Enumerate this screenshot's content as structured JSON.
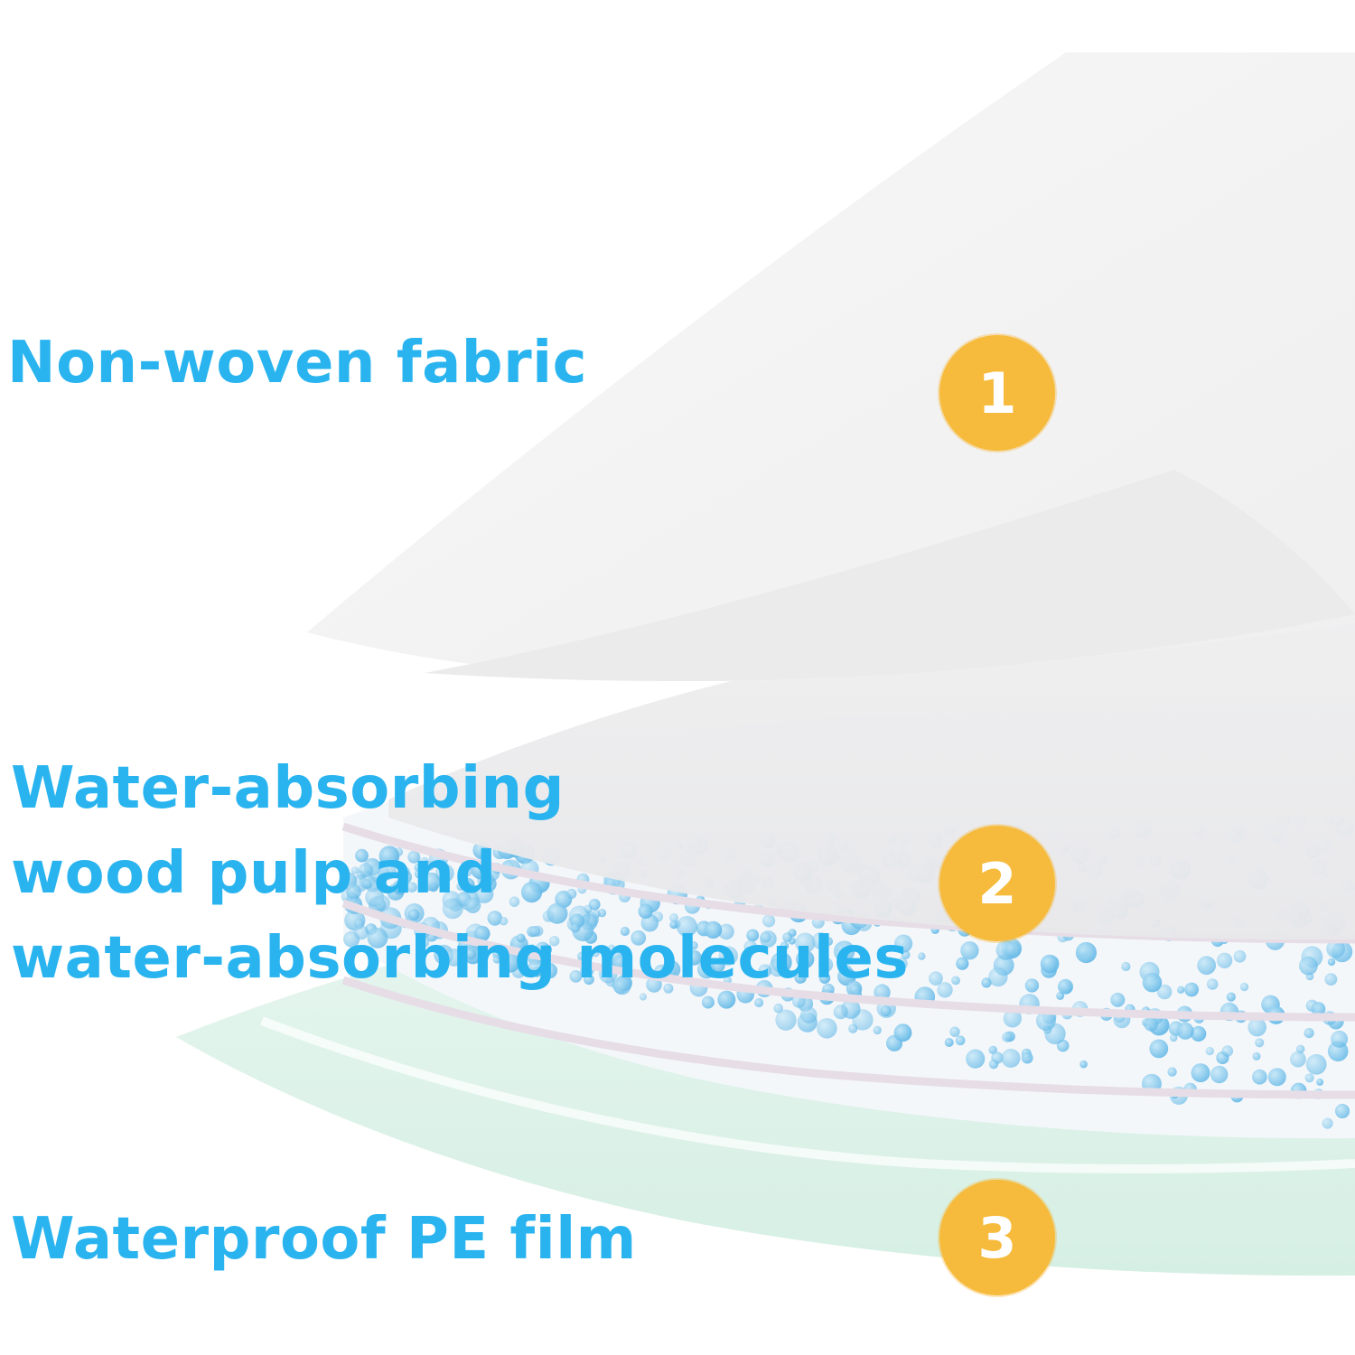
{
  "layers": [
    {
      "number": "1",
      "label_lines": [
        "Non-woven fabric"
      ]
    },
    {
      "number": "2",
      "label_lines": [
        "Water-absorbing",
        "wood pulp and",
        "water-absorbing molecules"
      ]
    },
    {
      "number": "3",
      "label_lines": [
        "Waterproof PE film"
      ]
    }
  ],
  "colors": {
    "label_text": "#2ab4ef",
    "badge_fill": "#f6bb3c",
    "badge_text": "#ffffff",
    "film": "#dff3ea",
    "fabric": "#f2f2f2",
    "bubble": "#7cc4ea"
  }
}
